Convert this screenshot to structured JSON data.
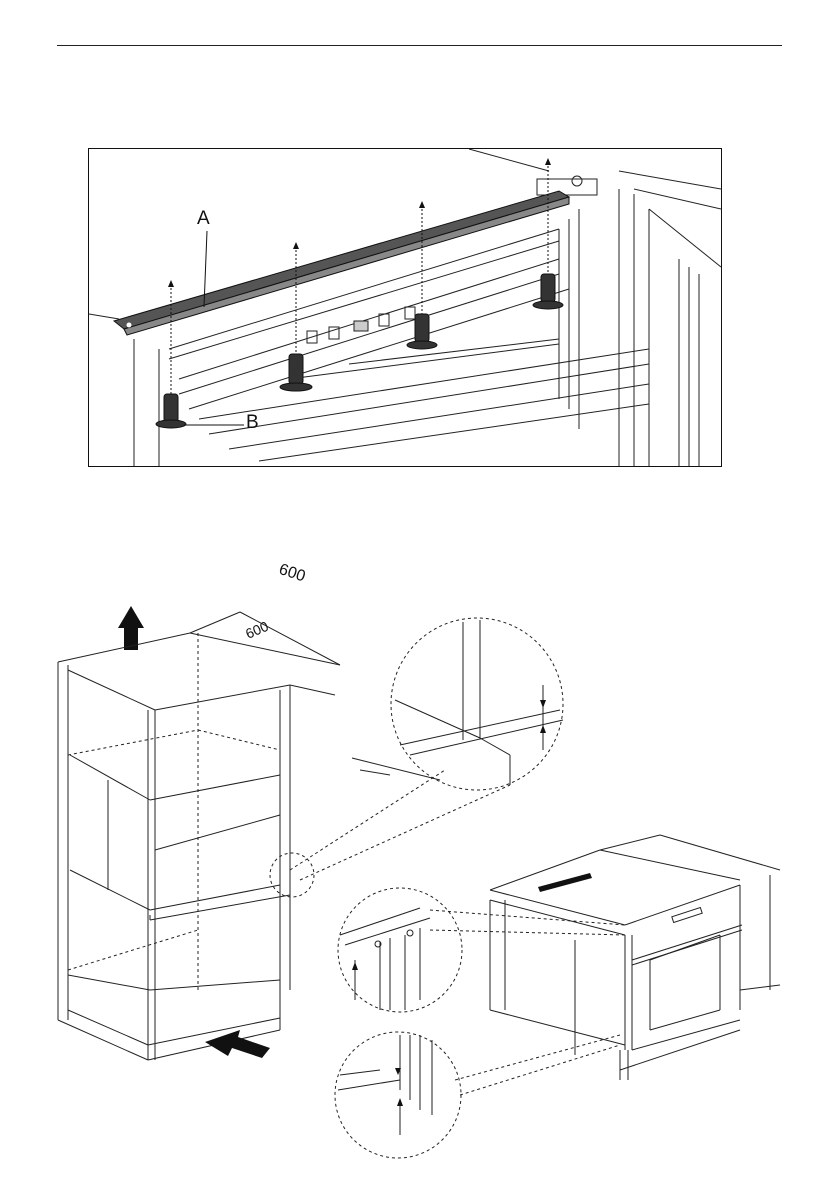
{
  "figure1": {
    "label_a": "A",
    "label_b": "B"
  },
  "figure2": {
    "dimension_top": "600",
    "dimension_cabinet": "600"
  }
}
